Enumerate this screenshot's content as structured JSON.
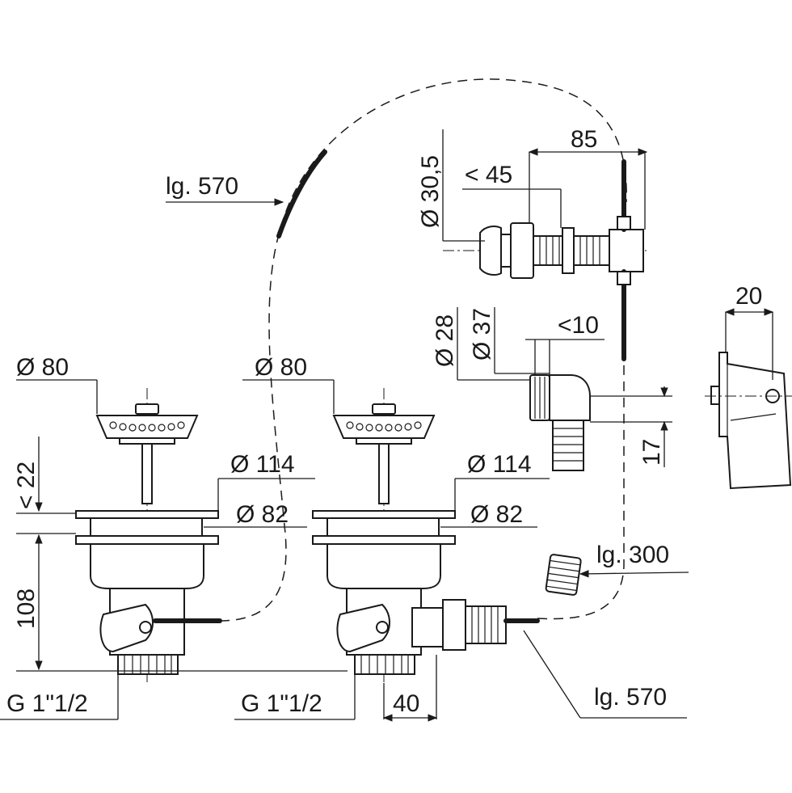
{
  "labels": {
    "cable_length_top": "lg. 570",
    "strainer_dia_left": "Ø 80",
    "strainer_dia_right": "Ø 80",
    "flange_dia_left": "Ø 114",
    "flange_dia_right": "Ø 114",
    "body_dia_left": "Ø 82",
    "body_dia_right": "Ø 82",
    "strainer_lift": "< 22",
    "body_height": "108",
    "thread_left": "G 1\"1/2",
    "thread_right": "G 1\"1/2",
    "outlet_offset": "40",
    "cable_length_bottom": "lg. 570",
    "hose_length": "lg. 300",
    "knob_length": "85",
    "knob_dia": "Ø 30,5",
    "knob_panel": "< 45",
    "overflow_dia_outer": "Ø 28",
    "overflow_dia_inner": "Ø 37",
    "overflow_panel": "<10",
    "overflow_height": "17",
    "side_width": "20"
  }
}
